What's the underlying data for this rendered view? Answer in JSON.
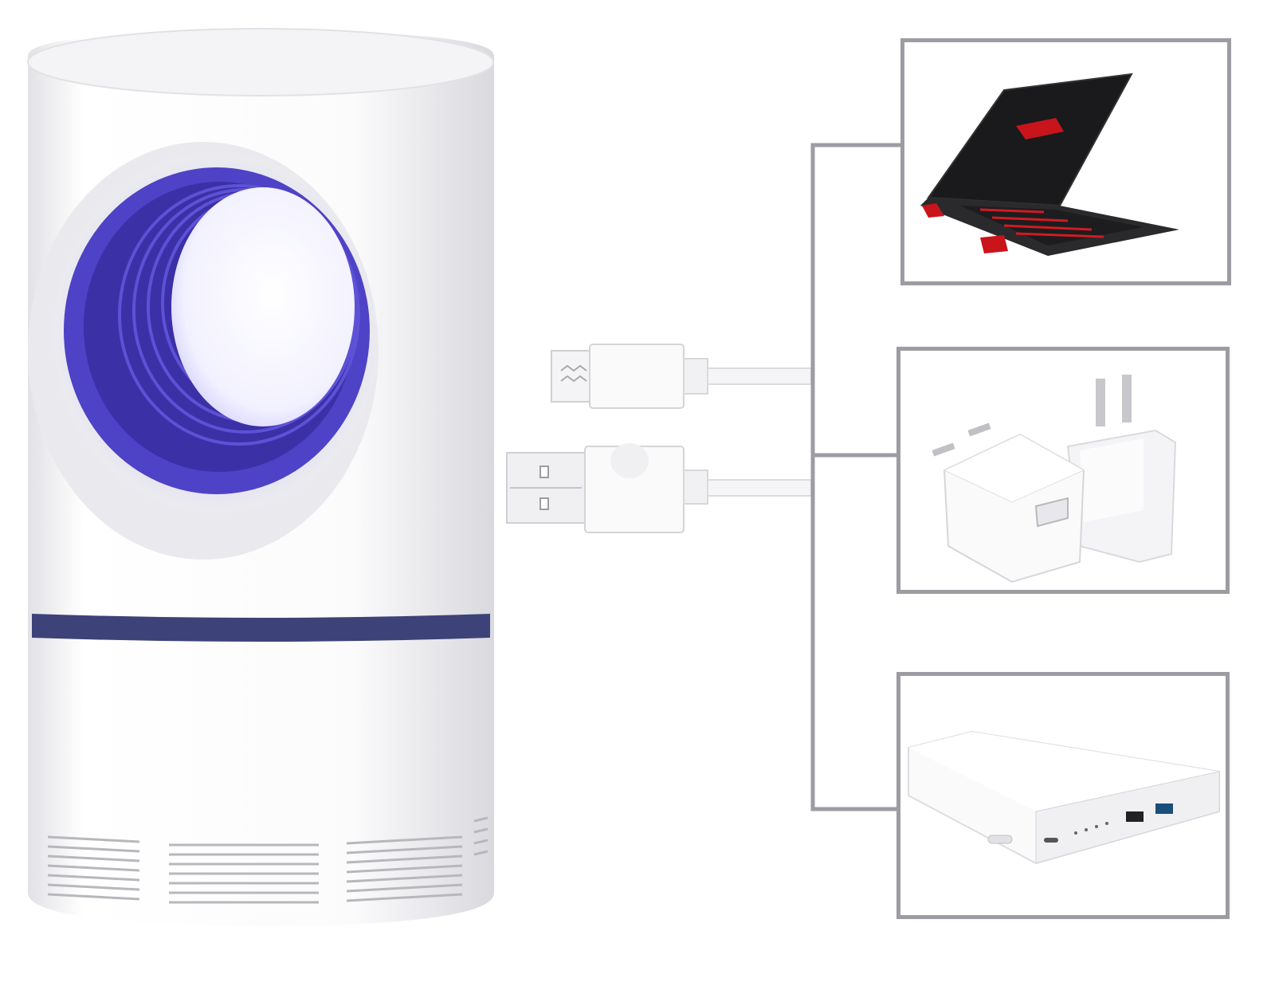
{
  "scene": {
    "subject": "usb-mosquito-lamp",
    "accent_color": "#4a3bd0",
    "band_color": "#3d4278",
    "frame_color": "#9c9ca3",
    "power_sources": [
      {
        "name": "laptop",
        "icon": "laptop-icon"
      },
      {
        "name": "usb-wall-adapter",
        "icon": "usb-wall-adapter-icon"
      },
      {
        "name": "power-bank",
        "icon": "power-bank-icon"
      }
    ],
    "cable": {
      "connectors": [
        "micro-usb",
        "usb-a"
      ]
    }
  }
}
